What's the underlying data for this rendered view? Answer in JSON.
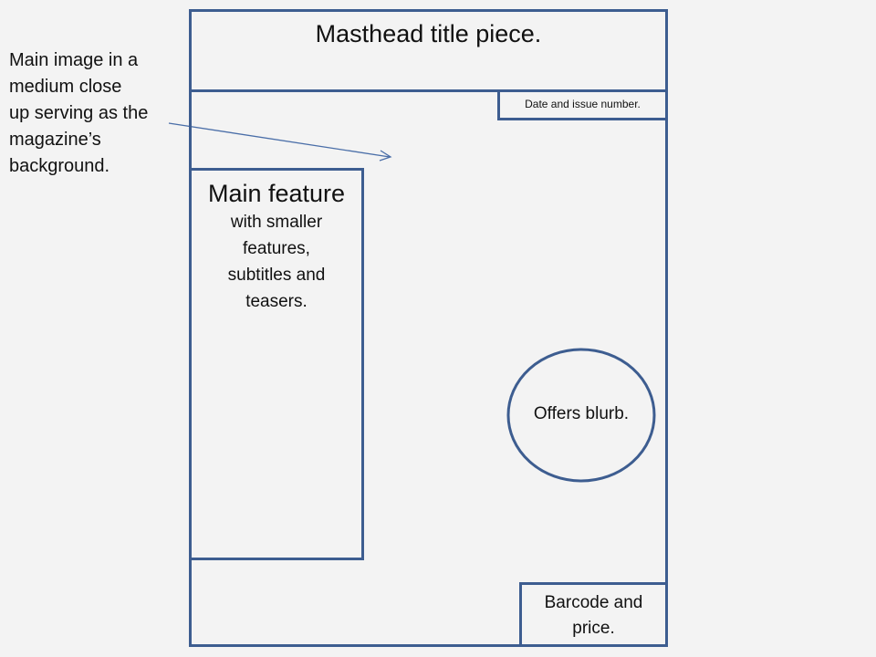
{
  "annotation": "Main image in a medium close up serving as the magazine’s background.",
  "annotation_lines": [
    "Main image in a",
    "medium close",
    "up serving as the",
    "magazine’s",
    "background."
  ],
  "masthead": "Masthead title piece.",
  "date_issue": "Date and issue number.",
  "main_feature": {
    "title": "Main feature",
    "lines": [
      "with smaller",
      "features,",
      "subtitles and",
      "teasers."
    ]
  },
  "offers": "Offers blurb.",
  "barcode_lines": [
    "Barcode and",
    "price."
  ],
  "colors": {
    "outline": "#3d5d90",
    "background": "#f3f3f3"
  }
}
